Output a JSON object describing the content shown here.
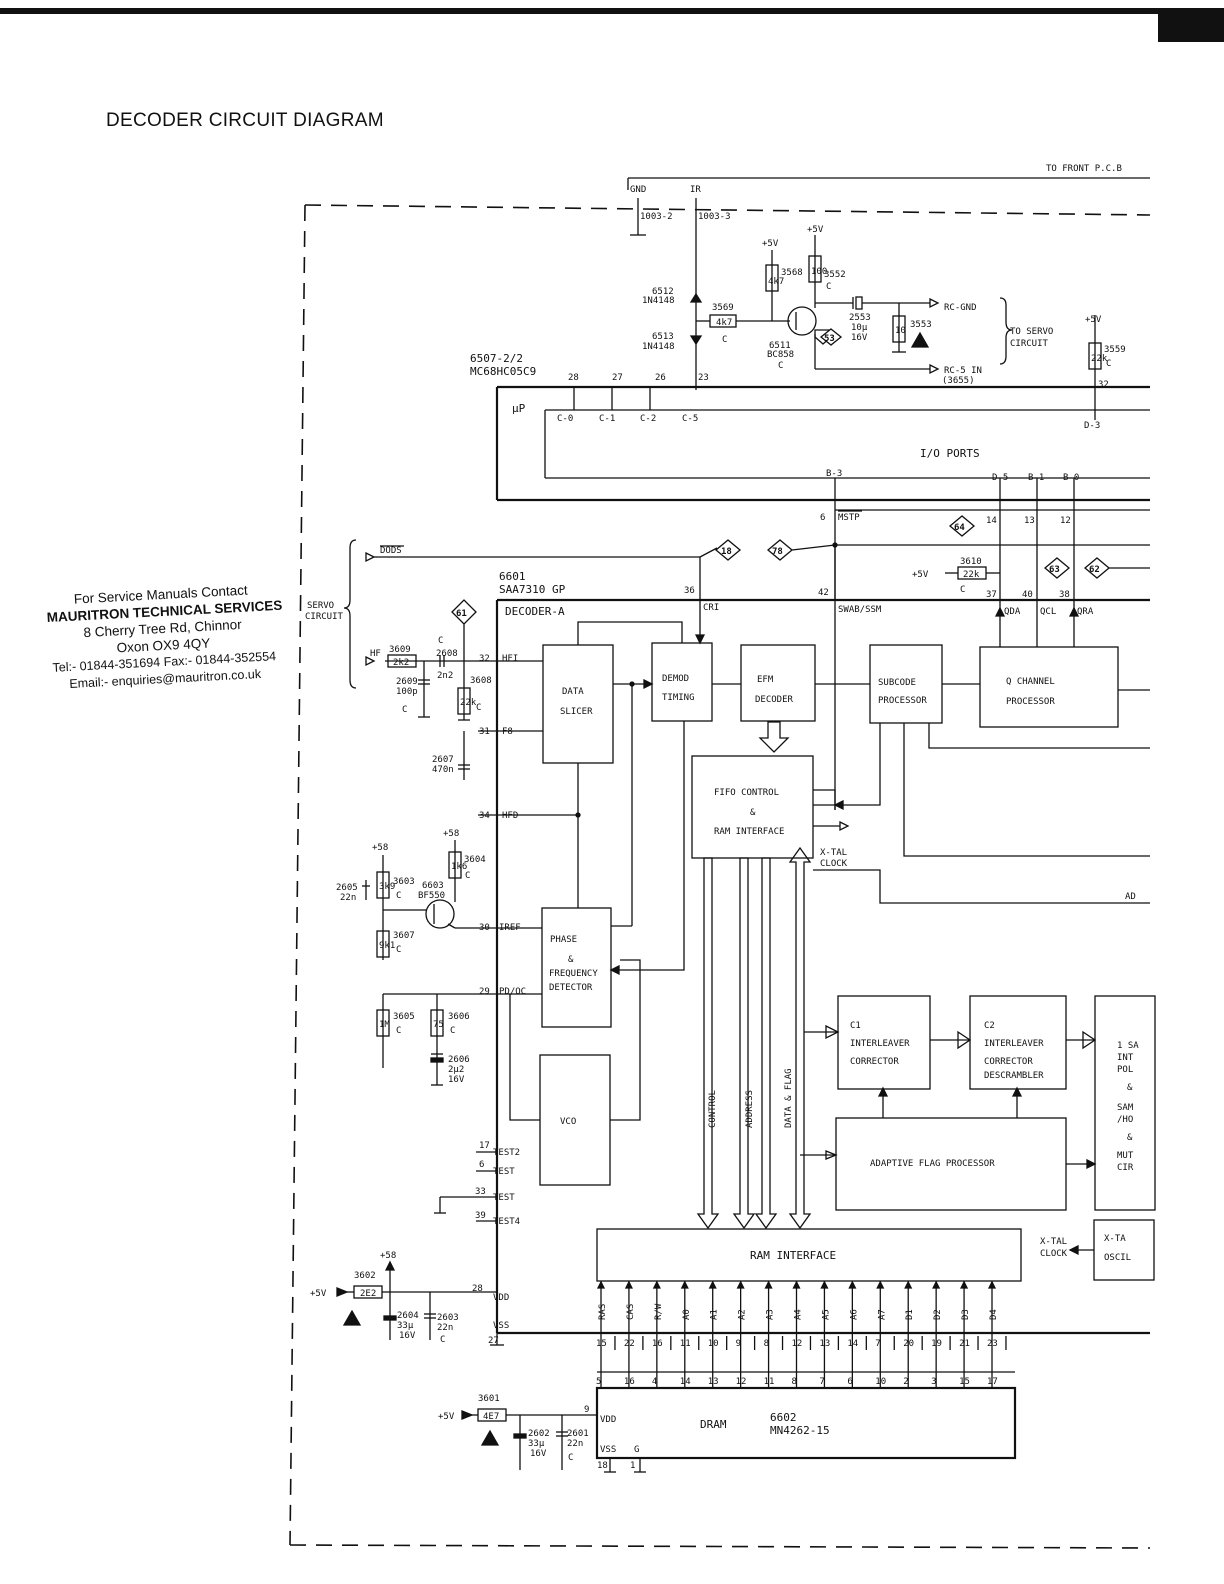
{
  "title": "DECODER CIRCUIT DIAGRAM",
  "contact": {
    "line1": "For Service Manuals Contact",
    "line2": "MAURITRON TECHNICAL SERVICES",
    "line3": "8 Cherry Tree Rd, Chinnor",
    "line4": "Oxon OX9 4QY",
    "line5": "Tel:- 01844-351694 Fax:- 01844-352554",
    "line6": "Email:- enquiries@mauritron.co.uk"
  },
  "connectors": {
    "to_front": "TO FRONT P.C.B",
    "gnd": "GND",
    "ir": "IR",
    "pin_1003_2": "1003-2",
    "pin_1003_3": "1003-3",
    "rc_gnd": "RC-GND",
    "rc5_in": "RC-5 IN",
    "rc5_ref": "(3655)",
    "to_servo1": "TO SERVO",
    "to_servo2": "CIRCUIT",
    "servo1": "SERVO",
    "servo2": "CIRCUIT",
    "dods": "DODS",
    "hf": "HF",
    "xtal1": "X-TAL",
    "xtal2": "CLOCK",
    "xtal3": "X-TAL",
    "xtal4": "CLOCK",
    "ad": "AD"
  },
  "micro": {
    "ref": "6507-2/2",
    "part": "MC68HC05C9",
    "up": "µP",
    "io_ports": "I/O PORTS",
    "ports": [
      "C-0",
      "C-1",
      "C-2",
      "C-5"
    ],
    "port_pins": [
      "28",
      "27",
      "26",
      "23"
    ],
    "d3": "D-3",
    "pin32": "32",
    "b3": "B-3",
    "d5": "D-5",
    "b1": "B-1",
    "b0": "B-0",
    "pin6": "6",
    "mstp": "MSTP",
    "pin14": "14",
    "pin13": "13",
    "pin12": "12"
  },
  "decoder": {
    "ref": "6601",
    "part": "SAA7310 GP",
    "name": "DECODER-A",
    "pin36": "36",
    "cri": "CRI",
    "pin42": "42",
    "swab": "SWAB/SSM",
    "pin37": "37",
    "pin40": "40",
    "pin38": "38",
    "qda": "QDA",
    "qcl": "QCL",
    "qra": "QRA",
    "pin32": "32",
    "hfi": "HFI",
    "pin31": "31",
    "f8": "F8",
    "pin34": "34",
    "hfd": "HFD",
    "pin30": "30",
    "iref": "IREF",
    "pin29": "29",
    "pdoc": "PD/OC",
    "pin17": "17",
    "test2": "TEST2",
    "pin6": "6",
    "test": "TEST",
    "pin33": "33",
    "test3": "TEST",
    "pin39": "39",
    "test4": "TEST4",
    "pin28": "28",
    "vdd": "VDD",
    "vss": "VSS",
    "pin27": "27"
  },
  "blocks": {
    "data_slicer1": "DATA",
    "data_slicer2": "SLICER",
    "demod1": "DEMOD",
    "demod2": "TIMING",
    "efm1": "EFM",
    "efm2": "DECODER",
    "subcode1": "SUBCODE",
    "subcode2": "PROCESSOR",
    "qch1": "Q CHANNEL",
    "qch2": "PROCESSOR",
    "fifo1": "FIFO CONTROL",
    "fifo2": "&",
    "fifo3": "RAM INTERFACE",
    "phase1": "PHASE",
    "phase2": "&",
    "phase3": "FREQUENCY",
    "phase4": "DETECTOR",
    "vco": "VCO",
    "c1a": "C1",
    "c1b": "INTERLEAVER",
    "c1c": "CORRECTOR",
    "c2a": "C2",
    "c2b": "INTERLEAVER",
    "c2c": "CORRECTOR",
    "c2d": "DESCRAMBLER",
    "afp": "ADAPTIVE FLAG PROCESSOR",
    "ram_if": "RAM INTERFACE",
    "control": "CONTROL",
    "address": "ADDRESS",
    "data_flag": "DATA & FLAG",
    "right1": "1 SA",
    "right2": "INT",
    "right3": "POL",
    "right4": "&",
    "right5": "SAM",
    "right6": "/HO",
    "right7": "&",
    "right8": "MUT",
    "right9": "CIR",
    "xosc1": "X-TA",
    "xosc2": "OSCIL"
  },
  "ram_signals": [
    "RAS",
    "CAS",
    "R/W",
    "A0",
    "A1",
    "A2",
    "A3",
    "A4",
    "A5",
    "A6",
    "A7",
    "D1",
    "D2",
    "D3",
    "D4"
  ],
  "ram_pins_top": [
    "15",
    "22",
    "16",
    "11",
    "10",
    "9",
    "8",
    "12",
    "13",
    "14",
    "7",
    "20",
    "19",
    "21",
    "23"
  ],
  "dram_pins": [
    "5",
    "16",
    "4",
    "14",
    "13",
    "12",
    "11",
    "8",
    "7",
    "6",
    "10",
    "2",
    "3",
    "15",
    "17"
  ],
  "dram": {
    "name": "DRAM",
    "ref": "6602",
    "part": "MN4262-15",
    "pin9": "9",
    "vdd": "VDD",
    "vss": "VSS",
    "g": "G",
    "pin18": "18",
    "pin1": "1"
  },
  "components": {
    "v5a": "+5V",
    "v5b": "+5V",
    "v5c": "+5V",
    "v5d": "+5V",
    "v5e": "+5V",
    "v5f": "+5V",
    "v58a": "+58",
    "v58b": "+58",
    "v58c": "+58",
    "r3568": "3568",
    "r3568v": "4k7",
    "r3552": "3552",
    "r3552v": "100",
    "r3569": "3569",
    "r3569v": "4k7",
    "d6512": "6512",
    "d6512p": "1N4148",
    "d6513": "6513",
    "d6513p": "1N4148",
    "t6511": "6511",
    "t6511p": "BC858",
    "c2553": "2553",
    "c2553v1": "10µ",
    "c2553v2": "16V",
    "r3553": "3553",
    "r3553v": "10",
    "r3559": "3559",
    "r3559v": "22k",
    "r3610": "3610",
    "r3610v": "22k",
    "r3609": "3609",
    "r3609v": "2k2",
    "c2608": "2608",
    "c2608v": "2n2",
    "c2609": "2609",
    "c2609v": "100p",
    "r3608": "3608",
    "r3608v": "22k",
    "c2607": "2607",
    "c2607v": "470n",
    "r3604": "3604",
    "r3604v": "1k6",
    "t6603": "6603",
    "t6603p": "BF550",
    "r3603": "3603",
    "r3603v": "3k9",
    "c2605": "2605",
    "c2605v": "22n",
    "r3607": "3607",
    "r3607v": "9k1",
    "r3605": "3605",
    "r3605v": "1M",
    "r3606": "3606",
    "r3606v": "75",
    "c2606": "2606",
    "c2606v1": "2µ2",
    "c2606v2": "16V",
    "r3602": "3602",
    "r3602v": "2E2",
    "c2604": "2604",
    "c2604v1": "33µ",
    "c2604v2": "16V",
    "c2603": "2603",
    "c2603v": "22n",
    "r3601": "3601",
    "r3601v": "4E7",
    "c2602": "2602",
    "c2602v1": "33µ",
    "c2602v2": "16V",
    "c2601": "2601",
    "c2601v": "22n",
    "c_mark": "C",
    "n18": "18",
    "n78": "78",
    "n64": "64",
    "n63": "63",
    "n62": "62",
    "n61": "61",
    "n53": "53"
  }
}
